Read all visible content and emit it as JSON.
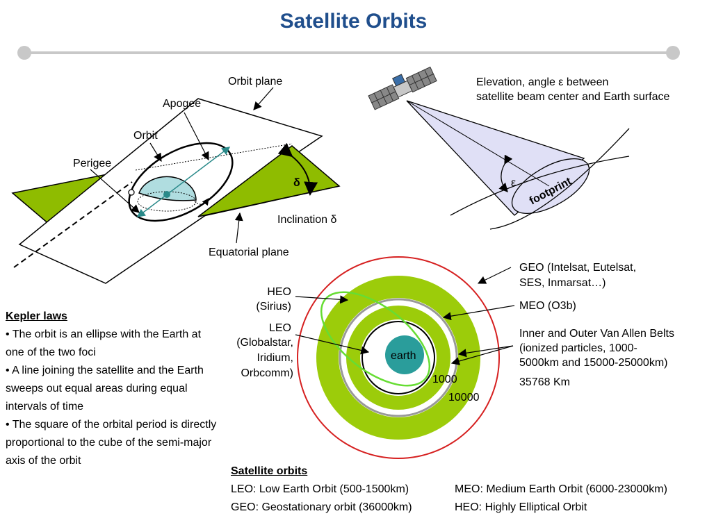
{
  "title": "Satellite Orbits",
  "colors": {
    "title": "#1f4e8c",
    "plane_green": "#8fbc00",
    "van_allen": "#9ccc0a",
    "geo_ring": "#d62020",
    "earth": "#2a9d9b",
    "heo": "#66dd33",
    "footprint_fill": "#e0e0f6"
  },
  "orbit_diagram": {
    "orbit_plane": "Orbit plane",
    "apogee": "Apogee",
    "orbit": "Orbit",
    "perigee": "Perigee",
    "delta_symbol": "δ",
    "inclination": "Inclination δ",
    "equatorial_plane": "Equatorial plane"
  },
  "elevation_diagram": {
    "caption_line1": "Elevation, angle ε between",
    "caption_line2": "satellite beam center and Earth surface",
    "epsilon": "ε",
    "footprint": "footprint"
  },
  "rings_diagram": {
    "geo_line1": "GEO (Intelsat, Eutelsat,",
    "geo_line2": "SES, Inmarsat…)",
    "meo": "MEO (O3b)",
    "van_allen_line1": "Inner and Outer Van Allen Belts",
    "van_allen_line2": "(ionized particles, 1000-",
    "van_allen_line3": "5000km and 15000-25000km)",
    "geo_distance": "35768 Km",
    "heo_line1": "HEO",
    "heo_line2": "(Sirius)",
    "leo_line1": "LEO",
    "leo_line2": "(Globalstar,",
    "leo_line3": "Iridium,",
    "leo_line4": "Orbcomm)",
    "earth": "earth",
    "km_1000": "1000",
    "km_10000": "10000"
  },
  "kepler": {
    "heading": "Kepler laws",
    "law1": "• The orbit is an ellipse with the Earth at one of the two foci",
    "law2": "• A line joining the satellite and the Earth sweeps out equal areas during equal intervals of time",
    "law3": "• The square of the orbital period is directly proportional to the cube of the semi-major axis of the orbit"
  },
  "satellite_orbits": {
    "heading": "Satellite orbits",
    "leo": "LEO: Low Earth Orbit (500-1500km)",
    "meo": "MEO: Medium Earth Orbit (6000-23000km)",
    "geo": "GEO: Geostationary orbit (36000km)",
    "heo": "HEO: Highly Elliptical Orbit"
  }
}
